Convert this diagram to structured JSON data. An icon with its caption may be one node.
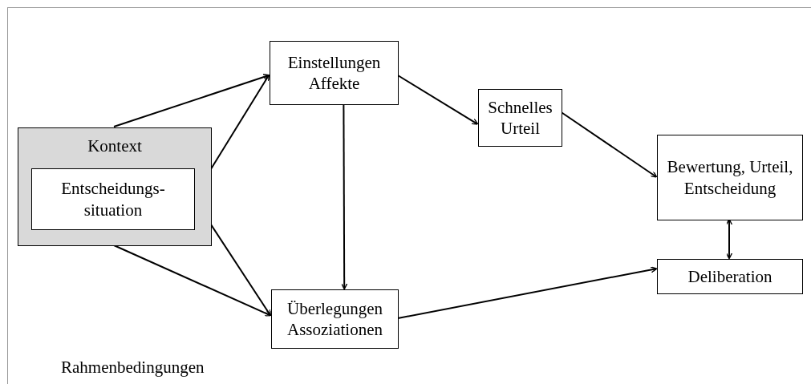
{
  "diagram": {
    "nodes": [
      {
        "text": [
          "Rahmenbedingungen"
        ]
      },
      {
        "text": [
          "Kontext"
        ],
        "in": 0
      },
      {
        "text": [
          "Entscheidungs- situation"
        ],
        "in": 1
      },
      {
        "text": [
          "Einstellungen Affekte"
        ],
        "in": 0
      },
      {
        "text": [
          "Schnelles Urteil"
        ],
        "in": 0
      },
      {
        "text": [
          "Bewertung, Urteil, Entscheidung"
        ],
        "in": 0
      },
      {
        "text": [
          "Deliberation"
        ],
        "in": 0
      },
      {
        "text": [
          "Überlegungen Assoziationen"
        ],
        "in": 0
      }
    ],
    "edges": [
      {
        "from": 1,
        "to": 3,
        "arrow": "to"
      },
      {
        "from": 2,
        "to": 3,
        "arrow": "to"
      },
      {
        "from": 2,
        "to": 7,
        "arrow": "to"
      },
      {
        "from": 1,
        "to": 7,
        "arrow": "to"
      },
      {
        "from": 3,
        "to": 7,
        "arrow": "to"
      },
      {
        "from": 3,
        "to": 4,
        "arrow": "to"
      },
      {
        "from": 4,
        "to": 5,
        "arrow": "to"
      },
      {
        "from": 7,
        "to": 6,
        "arrow": "to"
      },
      {
        "from": 5,
        "to": 6,
        "arrow": "both"
      }
    ]
  }
}
